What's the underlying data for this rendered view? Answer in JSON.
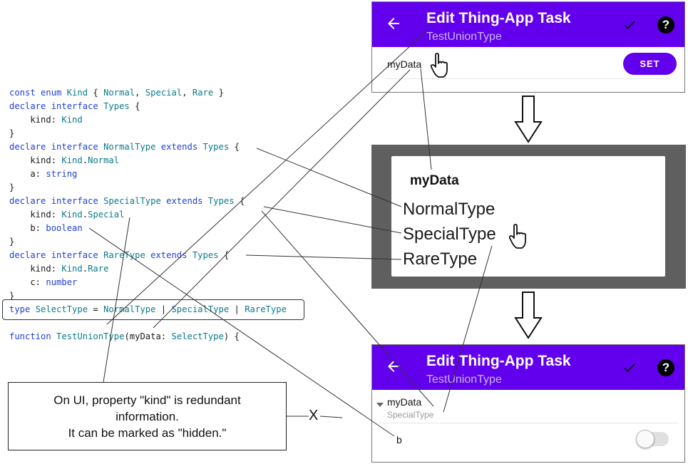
{
  "code_lines": [
    [
      {
        "t": "const enum ",
        "c": "kw"
      },
      {
        "t": "Kind",
        "c": "ty"
      },
      {
        "t": " { ",
        "c": ""
      },
      {
        "t": "Normal",
        "c": "ty"
      },
      {
        "t": ", ",
        "c": ""
      },
      {
        "t": "Special",
        "c": "ty"
      },
      {
        "t": ", ",
        "c": ""
      },
      {
        "t": "Rare",
        "c": "ty"
      },
      {
        "t": " }",
        "c": ""
      }
    ],
    [
      {
        "t": "declare interface ",
        "c": "kw"
      },
      {
        "t": "Types",
        "c": "ty"
      },
      {
        "t": " {",
        "c": ""
      }
    ],
    [
      {
        "t": "    kind: ",
        "c": ""
      },
      {
        "t": "Kind",
        "c": "ty"
      }
    ],
    [
      {
        "t": "}",
        "c": ""
      }
    ],
    [
      {
        "t": "declare interface ",
        "c": "kw"
      },
      {
        "t": "NormalType",
        "c": "ty"
      },
      {
        "t": " extends ",
        "c": "kw"
      },
      {
        "t": "Types",
        "c": "ty"
      },
      {
        "t": " {",
        "c": ""
      }
    ],
    [
      {
        "t": "    kind: ",
        "c": ""
      },
      {
        "t": "Kind",
        "c": "ty"
      },
      {
        "t": ".",
        "c": ""
      },
      {
        "t": "Normal",
        "c": "ty"
      }
    ],
    [
      {
        "t": "    a: ",
        "c": ""
      },
      {
        "t": "string",
        "c": "kw"
      }
    ],
    [
      {
        "t": "}",
        "c": ""
      }
    ],
    [
      {
        "t": "declare interface ",
        "c": "kw"
      },
      {
        "t": "SpecialType",
        "c": "ty"
      },
      {
        "t": " extends ",
        "c": "kw"
      },
      {
        "t": "Types",
        "c": "ty"
      },
      {
        "t": " {",
        "c": ""
      }
    ],
    [
      {
        "t": "    kind: ",
        "c": ""
      },
      {
        "t": "Kind",
        "c": "ty"
      },
      {
        "t": ".",
        "c": ""
      },
      {
        "t": "Special",
        "c": "ty"
      }
    ],
    [
      {
        "t": "    b: ",
        "c": ""
      },
      {
        "t": "boolean",
        "c": "kw"
      }
    ],
    [
      {
        "t": "}",
        "c": ""
      }
    ],
    [
      {
        "t": "declare interface ",
        "c": "kw"
      },
      {
        "t": "RareType",
        "c": "ty"
      },
      {
        "t": " extends ",
        "c": "kw"
      },
      {
        "t": "Types",
        "c": "ty"
      },
      {
        "t": " {",
        "c": ""
      }
    ],
    [
      {
        "t": "    kind: ",
        "c": ""
      },
      {
        "t": "Kind",
        "c": "ty"
      },
      {
        "t": ".",
        "c": ""
      },
      {
        "t": "Rare",
        "c": "ty"
      }
    ],
    [
      {
        "t": "    c: ",
        "c": ""
      },
      {
        "t": "number",
        "c": "kw"
      }
    ],
    [
      {
        "t": "}",
        "c": ""
      }
    ],
    [
      {
        "t": "type ",
        "c": "kw"
      },
      {
        "t": "SelectType",
        "c": "ty"
      },
      {
        "t": " = ",
        "c": ""
      },
      {
        "t": "NormalType",
        "c": "ty"
      },
      {
        "t": " | ",
        "c": ""
      },
      {
        "t": "SpecialType",
        "c": "ty"
      },
      {
        "t": " | ",
        "c": ""
      },
      {
        "t": "RareType",
        "c": "ty"
      }
    ],
    [
      {
        "t": "",
        "c": ""
      }
    ],
    [
      {
        "t": "function ",
        "c": "kw"
      },
      {
        "t": "TestUnionType",
        "c": "ty"
      },
      {
        "t": "(myData: ",
        "c": ""
      },
      {
        "t": "SelectType",
        "c": "ty"
      },
      {
        "t": ") {",
        "c": ""
      }
    ]
  ],
  "note": {
    "lines": [
      "On UI, property \"kind\" is redundant",
      "information.",
      "It can be marked as \"hidden.\""
    ],
    "x_mark": "X"
  },
  "screen1": {
    "title": "Edit Thing-App Task",
    "subtitle": "TestUnionType",
    "field_label": "myData",
    "set_button": "SET"
  },
  "dialog": {
    "title": "myData",
    "options": [
      "NormalType",
      "SpecialType",
      "RareType"
    ]
  },
  "screen3": {
    "title": "Edit Thing-App Task",
    "subtitle": "TestUnionType",
    "field_label": "myData",
    "field_value": "SpecialType",
    "bool_label": "b",
    "bool_value": false
  },
  "icons": [
    "back-arrow-icon",
    "check-icon",
    "help-icon",
    "hand-pointer-icon",
    "down-arrow-icon",
    "dropdown-triangle-icon"
  ],
  "colors": {
    "accent": "#6200ee",
    "keyword": "#1f3fd6",
    "type": "#0b7a8a"
  }
}
